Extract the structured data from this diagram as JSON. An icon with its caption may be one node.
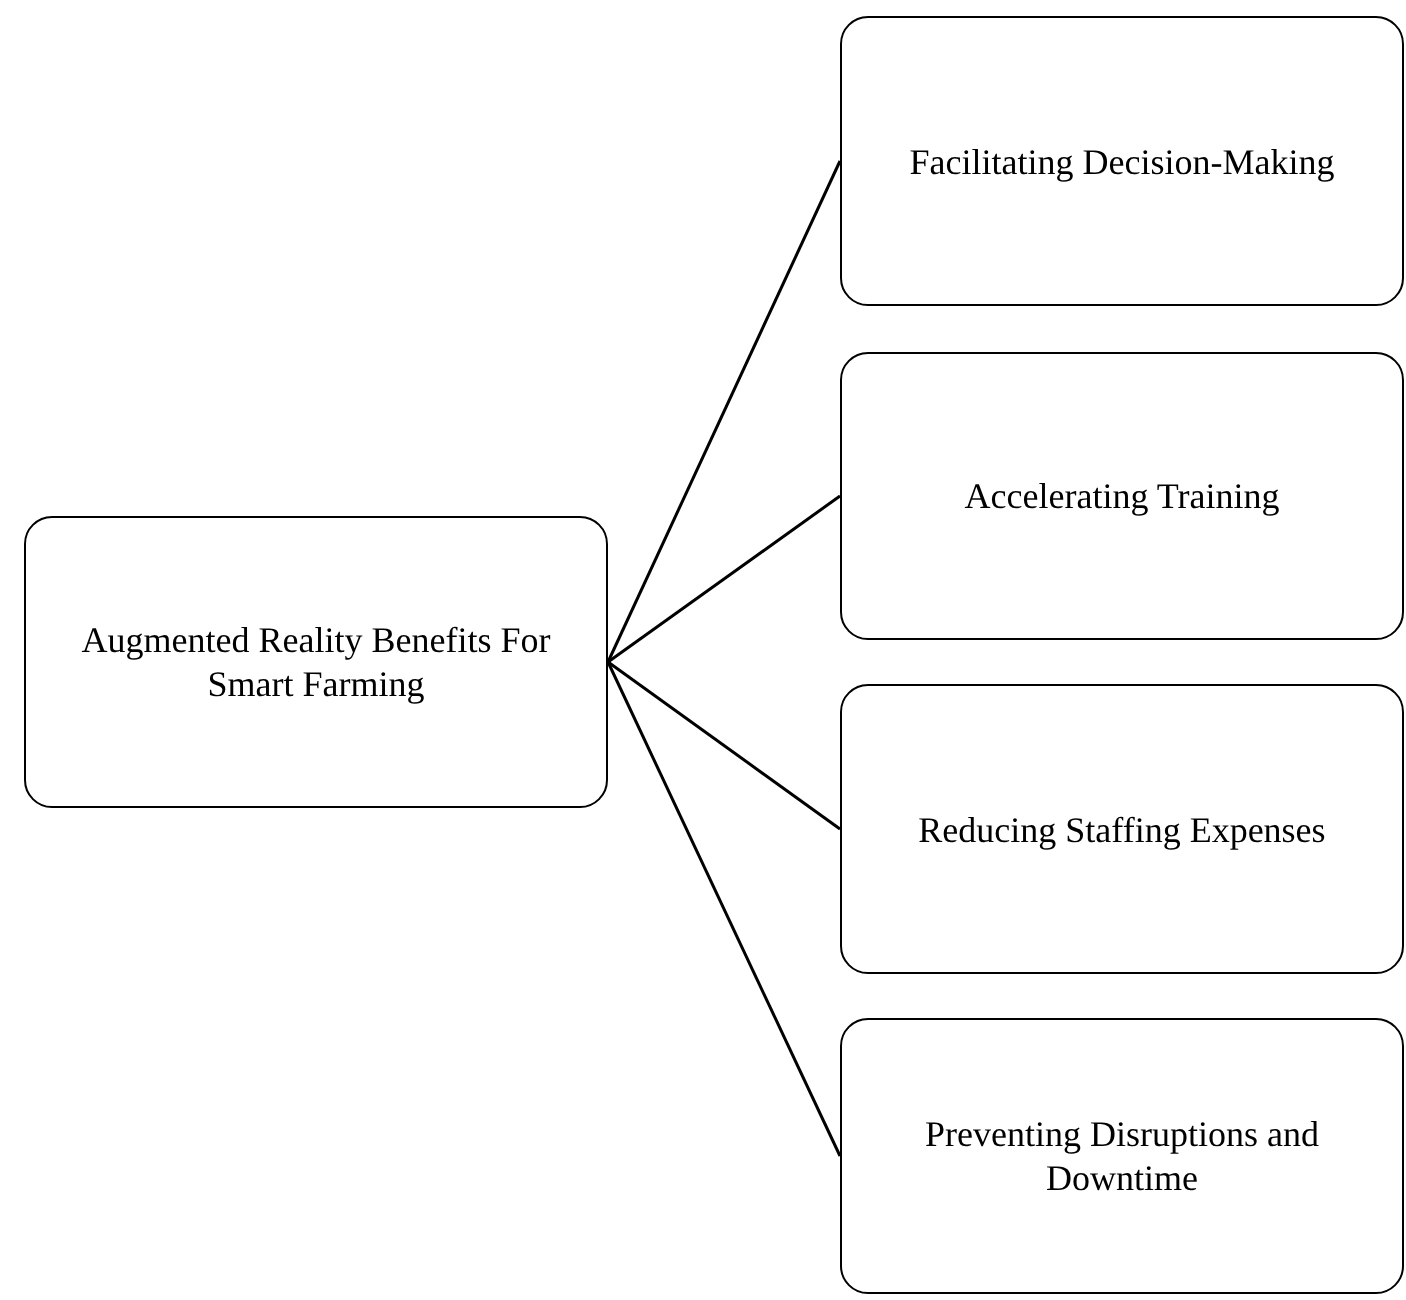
{
  "diagram": {
    "nodes": [
      {
        "text": [
          "Augmented Reality Benefits For Smart Farming"
        ]
      },
      {
        "text": [
          "Facilitating Decision-Making"
        ]
      },
      {
        "text": [
          "Accelerating Training"
        ]
      },
      {
        "text": [
          "Reducing Staffing Expenses"
        ]
      },
      {
        "text": [
          "Preventing Disruptions and Downtime"
        ]
      }
    ],
    "edges": [
      {
        "from": 0,
        "to": 1,
        "arrow": "none"
      },
      {
        "from": 0,
        "to": 2,
        "arrow": "none"
      },
      {
        "from": 0,
        "to": 3,
        "arrow": "none"
      },
      {
        "from": 0,
        "to": 4,
        "arrow": "none"
      }
    ]
  }
}
